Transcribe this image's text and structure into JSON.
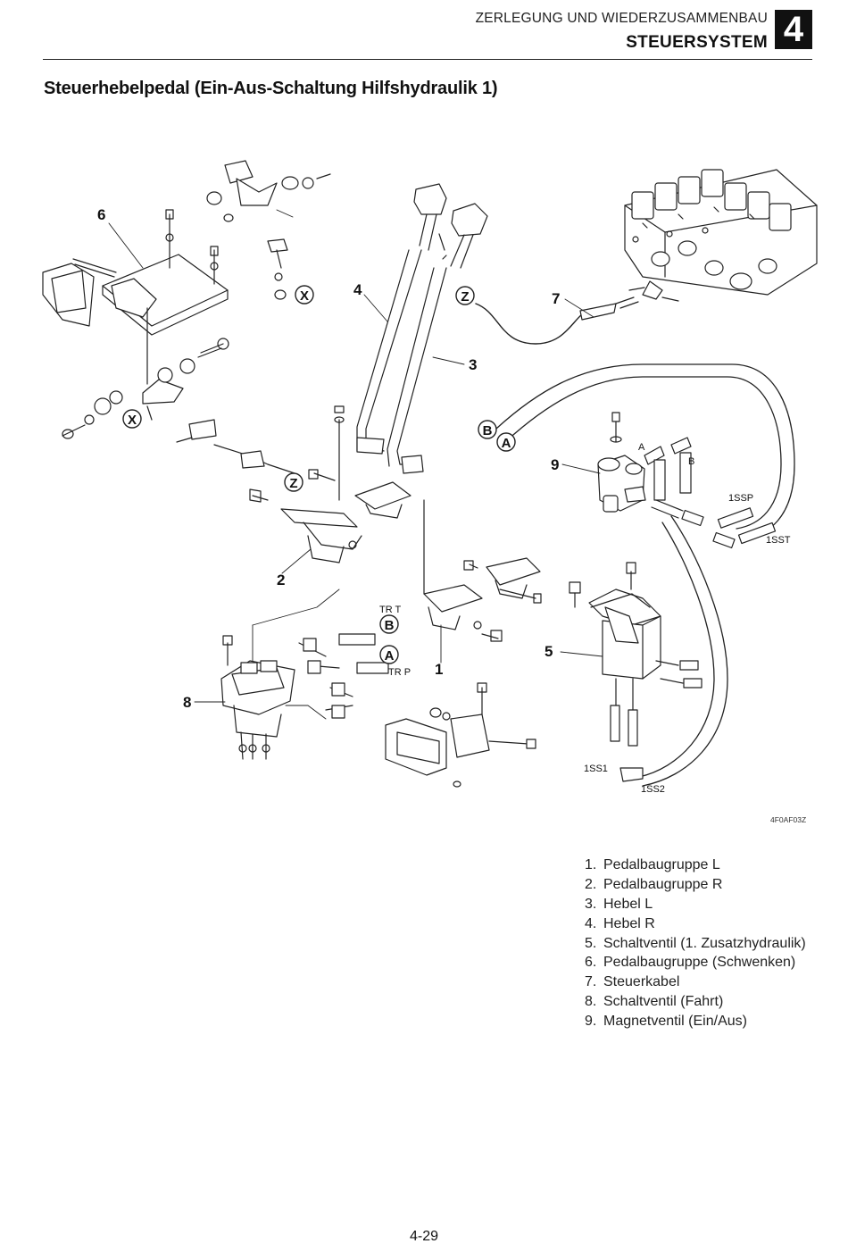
{
  "header": {
    "section": "ZERLEGUNG UND WIEDERZUSAMMENBAU",
    "subsection": "STEUERSYSTEM",
    "chapter": "4"
  },
  "title": "Steuerhebelpedal (Ein-Aus-Schaltung Hilfshydraulik 1)",
  "callouts": {
    "n1": "1",
    "n2": "2",
    "n3": "3",
    "n4": "4",
    "n5": "5",
    "n6": "6",
    "n7": "7",
    "n8": "8",
    "n9": "9"
  },
  "markers": {
    "x": "X",
    "z": "Z",
    "a": "A",
    "b": "B"
  },
  "port_labels": {
    "a": "A",
    "b": "B",
    "ssp": "1SSP",
    "sst": "1SST",
    "ss1": "1SS1",
    "ss2": "1SS2",
    "trt": "TR T",
    "trp": "TR P"
  },
  "figure_code": "4F0AF03Z",
  "legend": [
    {
      "num": "1.",
      "label": "Pedalbaugruppe L"
    },
    {
      "num": "2.",
      "label": "Pedalbaugruppe R"
    },
    {
      "num": "3.",
      "label": "Hebel L"
    },
    {
      "num": "4.",
      "label": "Hebel R"
    },
    {
      "num": "5.",
      "label": "Schaltventil (1. Zusatzhydraulik)"
    },
    {
      "num": "6.",
      "label": "Pedalbaugruppe (Schwenken)"
    },
    {
      "num": "7.",
      "label": "Steuerkabel"
    },
    {
      "num": "8.",
      "label": "Schaltventil (Fahrt)"
    },
    {
      "num": "9.",
      "label": "Magnetventil (Ein/Aus)"
    }
  ],
  "page_number": "4-29"
}
